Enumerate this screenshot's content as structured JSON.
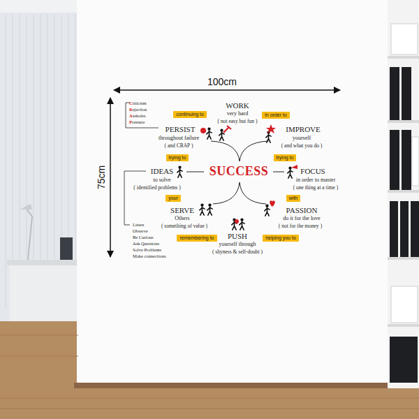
{
  "diagram": {
    "nodes": [
      {
        "text": [
          "continuing to"
        ]
      },
      {
        "text": [
          "in order to"
        ]
      },
      {
        "text": [
          "trying to"
        ]
      },
      {
        "text": [
          "trying to"
        ]
      },
      {
        "text": [
          "your"
        ]
      },
      {
        "text": [
          "with"
        ]
      },
      {
        "text": [
          "remembering to"
        ]
      },
      {
        "text": [
          "helping you to"
        ]
      }
    ],
    "labels": [
      "100cm",
      "75cm",
      "Criticism",
      "Rejection",
      "Assholes",
      "Pressure",
      "WORK",
      "very hard",
      "( not easy but fun )",
      "PERSIST",
      "throughout failure",
      "( and CRAP )",
      "IMPROVE",
      "yourself",
      "( and what you do )",
      "IDEAS",
      "to solve",
      "( identified problems )",
      "SUCCESS",
      "FOCUS",
      "in order to master",
      "( one thing at a time )",
      "SERVE",
      "Others",
      "( something of value )",
      "PASSION",
      "do it for the love",
      "( not for the money )",
      "PUSH",
      "yourself through",
      "( shyness & self-doubt )",
      "Listen",
      "Observe",
      "Be Curious",
      "Ask Questions",
      "Solve Problems",
      "Make connections"
    ]
  }
}
